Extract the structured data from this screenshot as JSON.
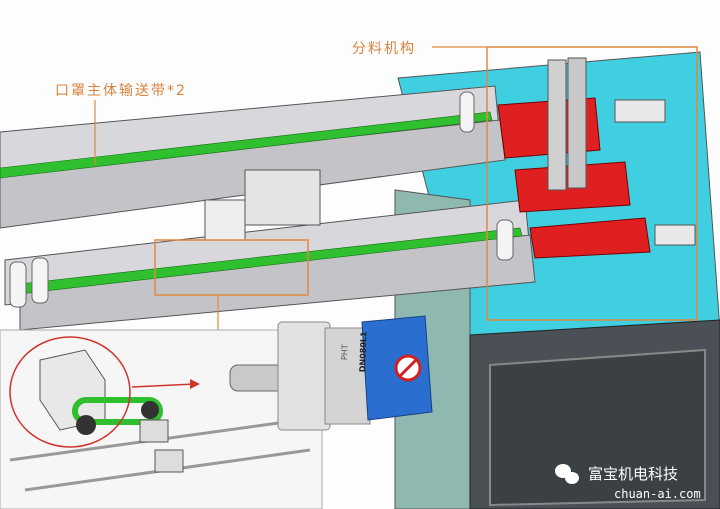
{
  "annotations": {
    "sorting_mechanism": "分料机构",
    "mask_body_conveyor": "口罩主体输送带*2"
  },
  "gearbox": {
    "brand": "PHT",
    "model": "DN080L1"
  },
  "watermark": {
    "name": "富宝机电科技",
    "site": "chuan-ai.com",
    "icon": "wechat-icon"
  },
  "colors": {
    "annotation": "#d9823c",
    "belt": "#2fbf2f",
    "table": "#3fd0e0",
    "block": "#e02020",
    "gearbox": "#2a6fd0",
    "highlight": "#d0342c"
  }
}
